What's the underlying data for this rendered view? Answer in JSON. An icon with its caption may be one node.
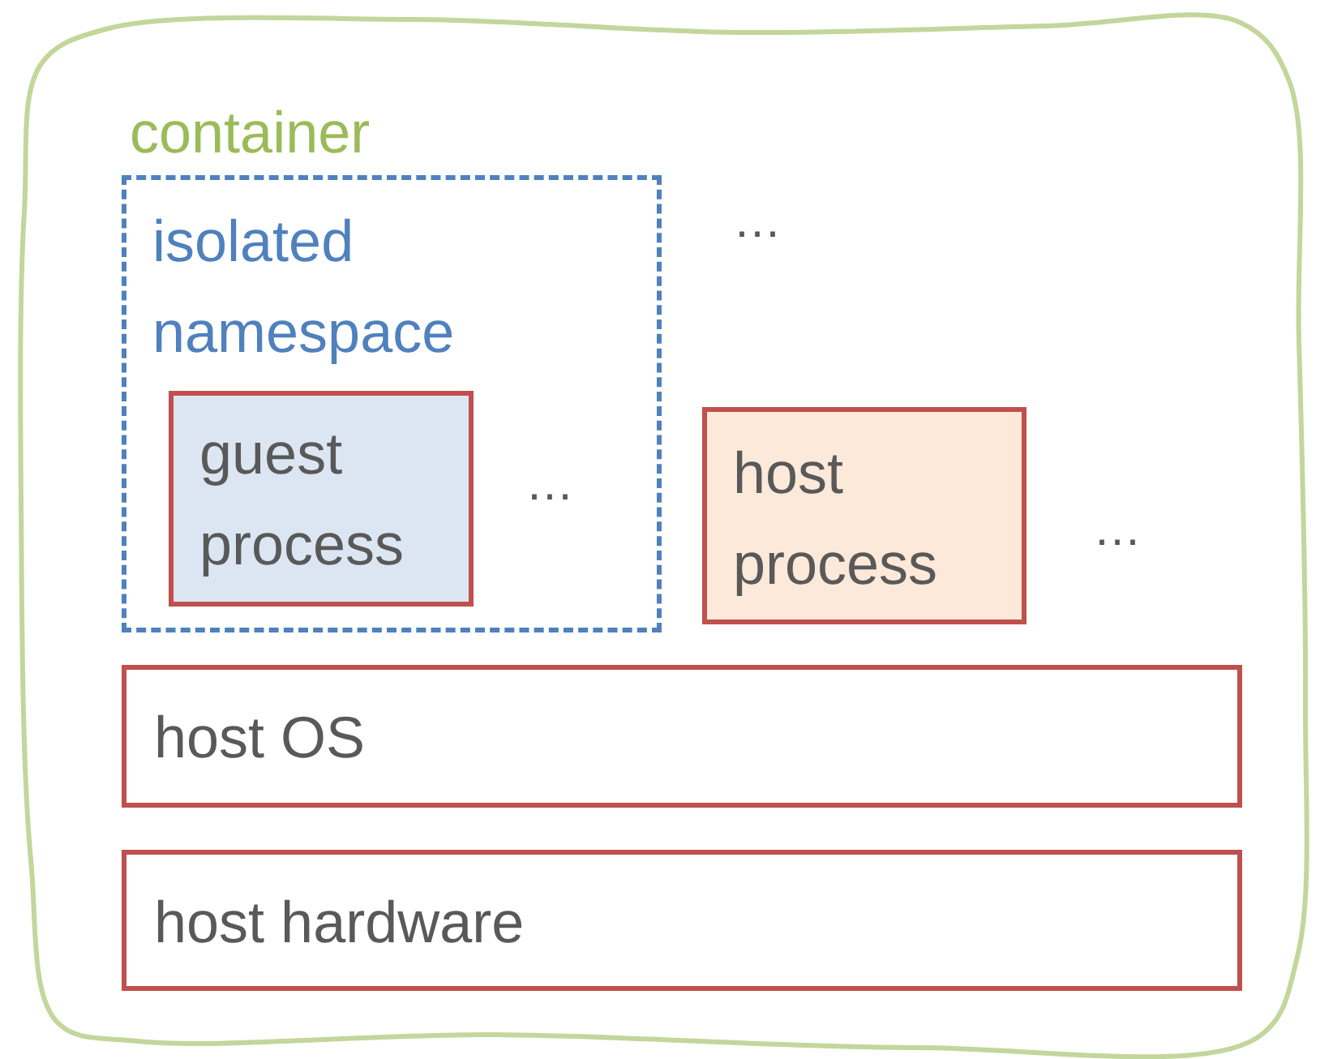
{
  "diagram": {
    "nodes": [
      {
        "text": [
          "container"
        ]
      },
      {
        "text": [
          "isolated namespace"
        ],
        "in": 0
      },
      {
        "text": [
          "guest process"
        ],
        "in": 1
      },
      {
        "text": [
          "host process"
        ],
        "in": 0
      },
      {
        "text": [
          "host OS"
        ],
        "in": 0
      },
      {
        "text": [
          "host hardware"
        ],
        "in": 0
      }
    ],
    "labels": [
      "…",
      "…",
      "…"
    ]
  }
}
